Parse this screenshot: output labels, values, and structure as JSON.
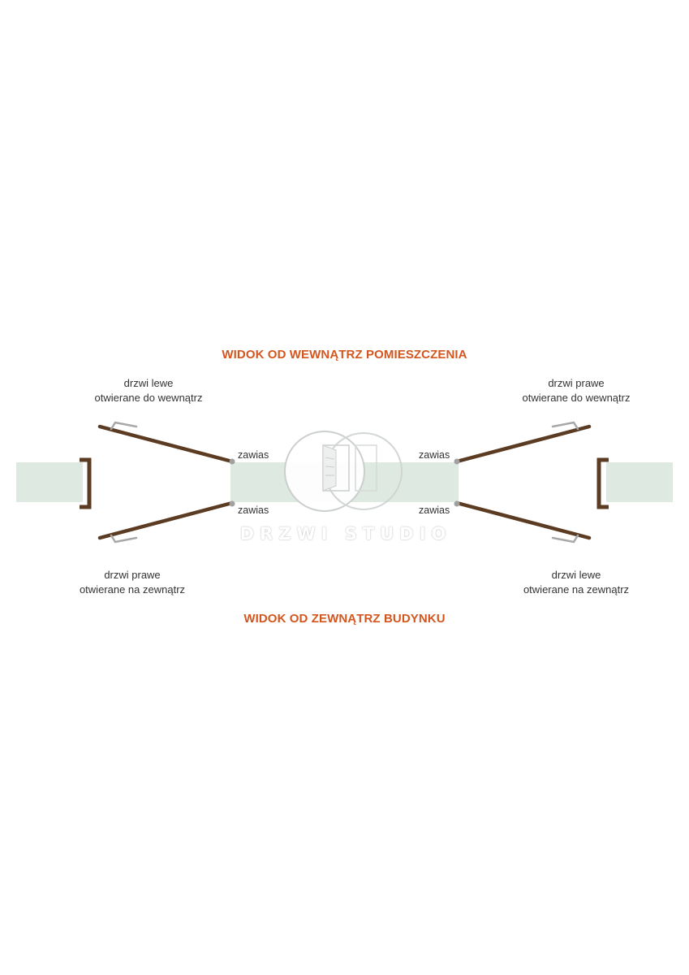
{
  "headings": {
    "top": "WIDOK OD WEWNĄTRZ POMIESZCZENIA",
    "bottom": "WIDOK OD ZEWNĄTRZ BUDYNKU"
  },
  "labels": {
    "top_left": {
      "line1": "drzwi lewe",
      "line2": "otwierane do wewnątrz"
    },
    "top_right": {
      "line1": "drzwi prawe",
      "line2": "otwierane do wewnątrz"
    },
    "bottom_left": {
      "line1": "drzwi prawe",
      "line2": "otwierane na zewnątrz"
    },
    "bottom_right": {
      "line1": "drzwi lewe",
      "line2": "otwierane na zewnątrz"
    }
  },
  "hinge_label": "zawias",
  "watermark": "DRZWI STUDIO",
  "colors": {
    "heading": "#d4561f",
    "wall": "#dde9e1",
    "door_leaf": "#5b3b22",
    "frame": "#5b3b22",
    "handle": "#a8a8a8",
    "hinge": "#a0a0a0",
    "text": "#333333"
  },
  "icons": [
    "door-logo-icon"
  ]
}
